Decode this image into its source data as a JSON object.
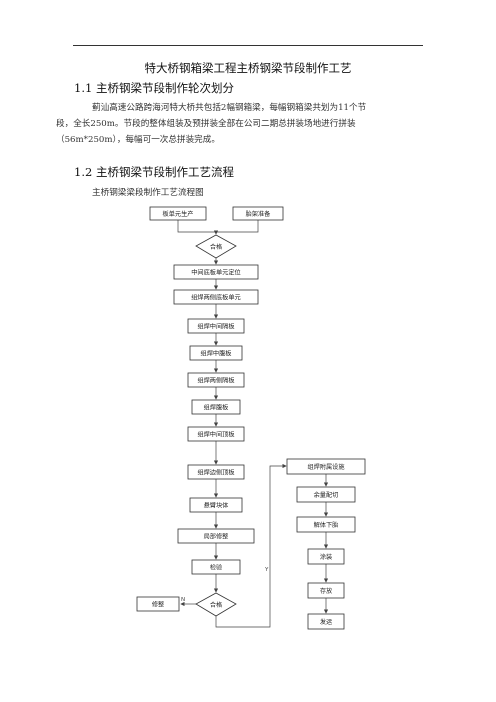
{
  "document": {
    "title": "特大桥钢箱梁工程主桥钢梁节段制作工艺",
    "section1": {
      "heading": "1.1 主桥钢梁节段制作轮次划分",
      "lines": [
        "蓟汕高速公路跨海河特大桥共包括2幅钢箱梁，每幅钢箱梁共划为11个节",
        "段，全长250m。节段的整体组装及预拼装全部在公司二期总拼装场地进行拼装",
        "（56m*250m），每幅可一次总拼装完成。"
      ]
    },
    "section2": {
      "heading": "1.2 主桥钢梁节段制作工艺流程",
      "caption": "主桥钢梁梁段制作工艺流程图"
    }
  },
  "flowchart": {
    "nodes": {
      "n1": "板单元生产",
      "n2": "胎架准备",
      "n3": "合格",
      "n4": "中间底板单元定位",
      "n5": "组焊两侧底板单元",
      "n6": "组焊中间隔板",
      "n7": "组焊中腹板",
      "n8": "组焊两侧隔板",
      "n9": "组焊腹板",
      "n10": "组焊中间顶板",
      "n11": "组焊边侧顶板",
      "n12": "悬臂块体",
      "n13": "局部修整",
      "n14": "检验",
      "n15": "合格",
      "n16": "修整",
      "n17": "组焊附属设施",
      "n18": "余量配切",
      "n19": "解体下胎",
      "n20": "涂装",
      "n21": "存放",
      "n22": "发运"
    },
    "labels": {
      "no": "N",
      "yes": "Y"
    }
  }
}
